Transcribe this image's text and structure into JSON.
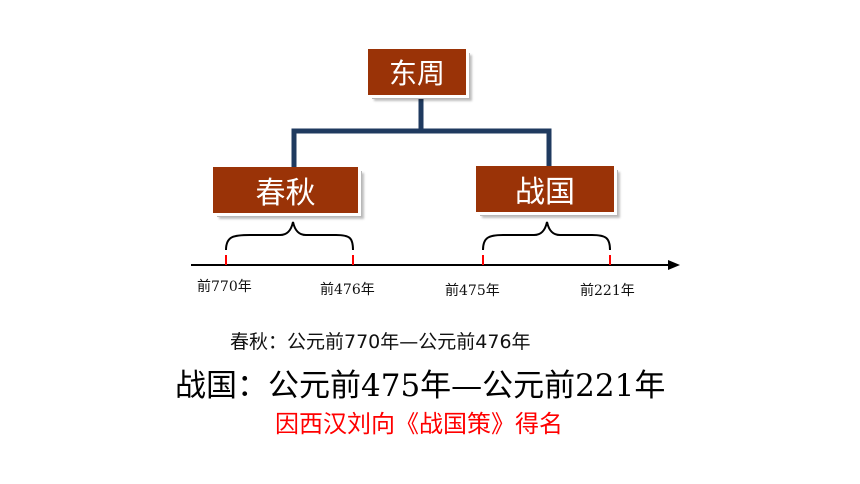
{
  "diagram": {
    "root": {
      "label": "东周"
    },
    "children": [
      {
        "label": "春秋"
      },
      {
        "label": "战国"
      }
    ],
    "timeline": {
      "ticks": [
        "前770年",
        "前476年",
        "前475年",
        "前221年"
      ]
    },
    "notes": {
      "chunqiu": "春秋：公元前770年—公元前476年",
      "zhanguo": "战国：公元前475年—公元前221年",
      "origin": "因西汉刘向《战国策》得名"
    },
    "colors": {
      "box_fill": "#9a3307",
      "connector": "#1f3a5f",
      "tick": "#ff0000",
      "origin_text": "#ff0000"
    }
  }
}
